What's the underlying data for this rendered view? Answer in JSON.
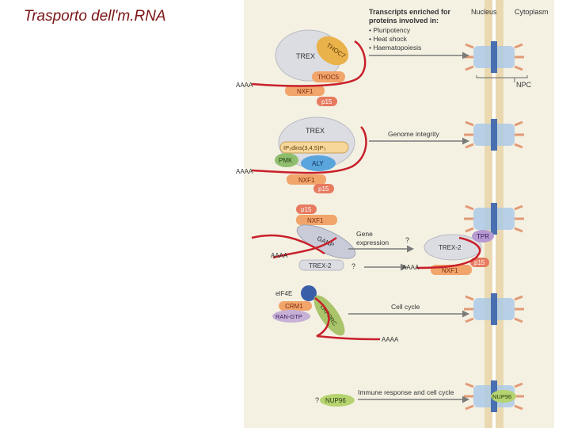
{
  "slide": {
    "title": "Trasporto dell'm.RNA"
  },
  "colors": {
    "rna": "#c8202a",
    "trex": "#dcdde3",
    "thoc": "#e9b24a",
    "nxf1": "#f2a56b",
    "p15": "#e77a5f",
    "aly": "#5aa5dc",
    "pmk": "#8fbf6e",
    "ganp": "#c9ccd8",
    "eif4e": "#3a5ea8",
    "crm1": "#f2a56b",
    "rangtp": "#c7b1d6",
    "lrppc": "#a9c46a",
    "nup96": "#b5d36f",
    "tpr": "#b79ad1",
    "envelope": "#ead9b0",
    "nuclear_bg": "#f4f1e3",
    "arrow": "#7a7a7a"
  },
  "header": {
    "transcripts": "Transcripts enriched for",
    "proteins": "proteins involved in:",
    "bullets": [
      "• Pluripotency",
      "• Heat shock",
      "• Haematopoiesis"
    ],
    "nucleus": "Nucleus",
    "cytoplasm": "Cytoplasm",
    "npc": "NPC"
  },
  "pathways": {
    "p1": {
      "trex": "TREX",
      "thoc7": "THOC7",
      "thoc5": "THOC5",
      "nxf1": "NXF1",
      "p15": "p15",
      "aaaa": "AAAA"
    },
    "p2": {
      "trex": "TREX",
      "ip": "IP₃dins(3,4,5)P₃",
      "pmk": "PMK",
      "aly": "ALY",
      "nxf1": "NXF1",
      "p15": "p15",
      "aaaa": "AAAA",
      "label": "Genome integrity"
    },
    "p3": {
      "p15": "p15",
      "nxf1": "NXF1",
      "ganp": "GANP",
      "trex2": "TREX-2",
      "q": "?",
      "aaaa": "AAAA",
      "label1": "Gene",
      "label2": "expression",
      "q2": "?",
      "right": {
        "trex2": "TREX-2",
        "tpr": "TPR",
        "p15": "p15",
        "nxf1": "NXF1",
        "aaaa": "AAAA"
      }
    },
    "p4": {
      "eif4e": "eIF4E",
      "crm1": "CRM1",
      "rangtp": "RAN-GTP",
      "lrppc": "LRPPRC",
      "aaaa": "AAAA",
      "label": "Cell cycle"
    },
    "p5": {
      "q": "?",
      "nup96": "NUP96",
      "label": "Immune response and cell cycle",
      "nup96_right": "NUP96"
    }
  }
}
